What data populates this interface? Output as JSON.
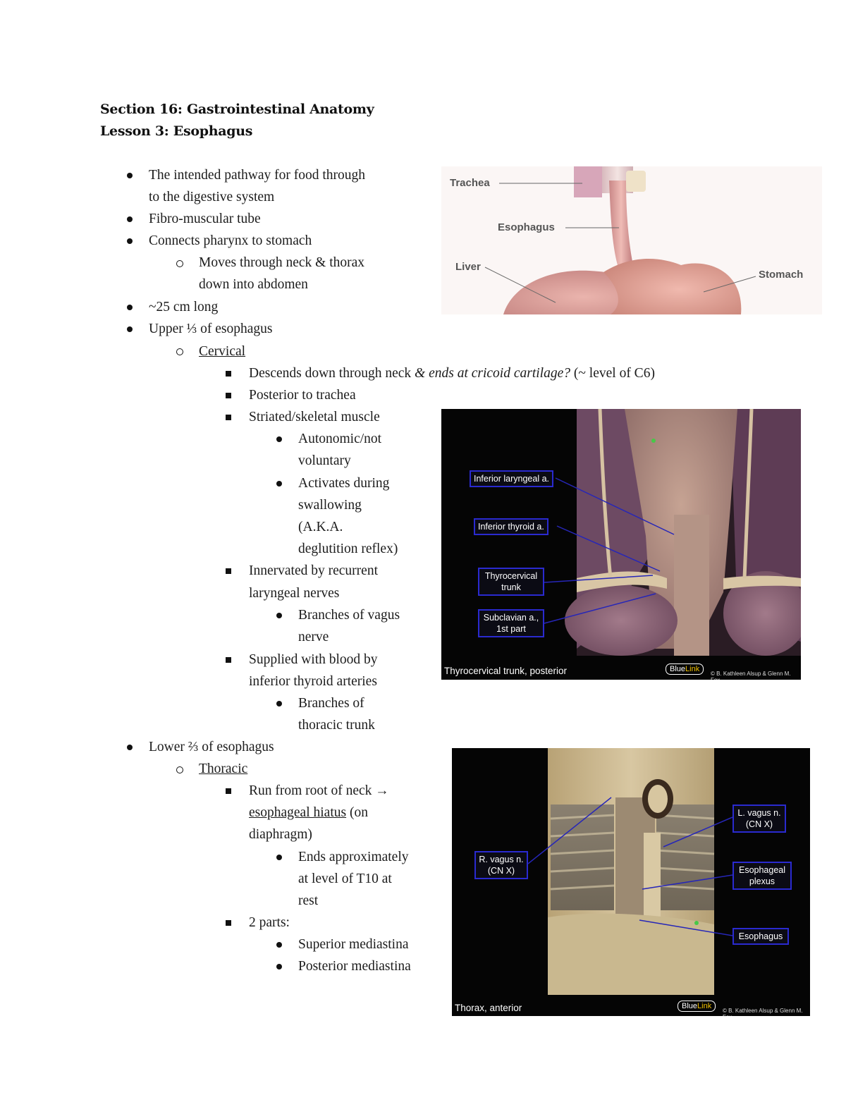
{
  "title": "Section 16: Gastrointestinal Anatomy",
  "subtitle": "Lesson 3: Esophagus",
  "lines": {
    "pathway_a": "The intended pathway for food through",
    "pathway_b": "to the digestive system",
    "fibro": "Fibro-muscular tube",
    "connects": "Connects pharynx to stomach",
    "moves_a": "Moves through neck & thorax",
    "moves_b": "down into abdomen",
    "length": "~25 cm long",
    "upper": "Upper ⅓ of esophagus",
    "cervical": "Cervical",
    "descends_a": "Descends down through neck ",
    "descends_b": "& ends at cricoid cartilage?",
    "descends_c": " (~ level of C6)",
    "posterior": "Posterior to trachea",
    "striated": "Striated/skeletal muscle",
    "auto_a": "Autonomic/not",
    "auto_b": "voluntary",
    "activates_a": "Activates during",
    "activates_b": "swallowing",
    "activates_c": "(A.K.A.",
    "activates_d": "deglutition reflex)",
    "innervated_a": "Innervated by recurrent",
    "innervated_b": "laryngeal nerves",
    "vagus_a": "Branches of vagus",
    "vagus_b": "nerve",
    "supplied_a": "Supplied with blood by",
    "supplied_b": "inferior thyroid arteries",
    "thoracic_br_a": "Branches of",
    "thoracic_br_b": "thoracic trunk",
    "lower": "Lower ⅔ of esophagus",
    "thoracic": "Thoracic",
    "run_a": "Run from root of neck →",
    "run_b": "esophageal hiatus",
    "run_c": " (on",
    "run_d": "diaphragm)",
    "ends_a": "Ends approximately",
    "ends_b": "at level of T10 at",
    "ends_c": "rest",
    "parts": "2 parts:",
    "superior": "Superior mediastina",
    "posterior_med": "Posterior mediastina"
  },
  "figure1": {
    "labels": {
      "trachea": "Trachea",
      "esophagus": "Esophagus",
      "liver": "Liver",
      "stomach": "Stomach"
    }
  },
  "figure2": {
    "labels": {
      "inf_laryngeal": "Inferior laryngeal a.",
      "inf_thyroid": "Inferior thyroid a.",
      "thyro_a": "Thyrocervical",
      "thyro_b": "trunk",
      "subclavian_a": "Subclavian a.,",
      "subclavian_b": "1st part"
    },
    "caption": "Thyrocervical trunk, posterior",
    "logo_a": "Blue",
    "logo_b": "Link",
    "copyright": "© B. Kathleen Alsup & Glenn M. Fox"
  },
  "figure3": {
    "labels": {
      "l_vagus_a": "L. vagus n.",
      "l_vagus_b": "(CN X)",
      "r_vagus_a": "R. vagus n.",
      "r_vagus_b": "(CN X)",
      "plexus_a": "Esophageal",
      "plexus_b": "plexus",
      "esophagus": "Esophagus"
    },
    "caption": "Thorax, anterior",
    "logo_a": "Blue",
    "logo_b": "Link",
    "copyright": "© B. Kathleen Alsup & Glenn M. Fox"
  }
}
